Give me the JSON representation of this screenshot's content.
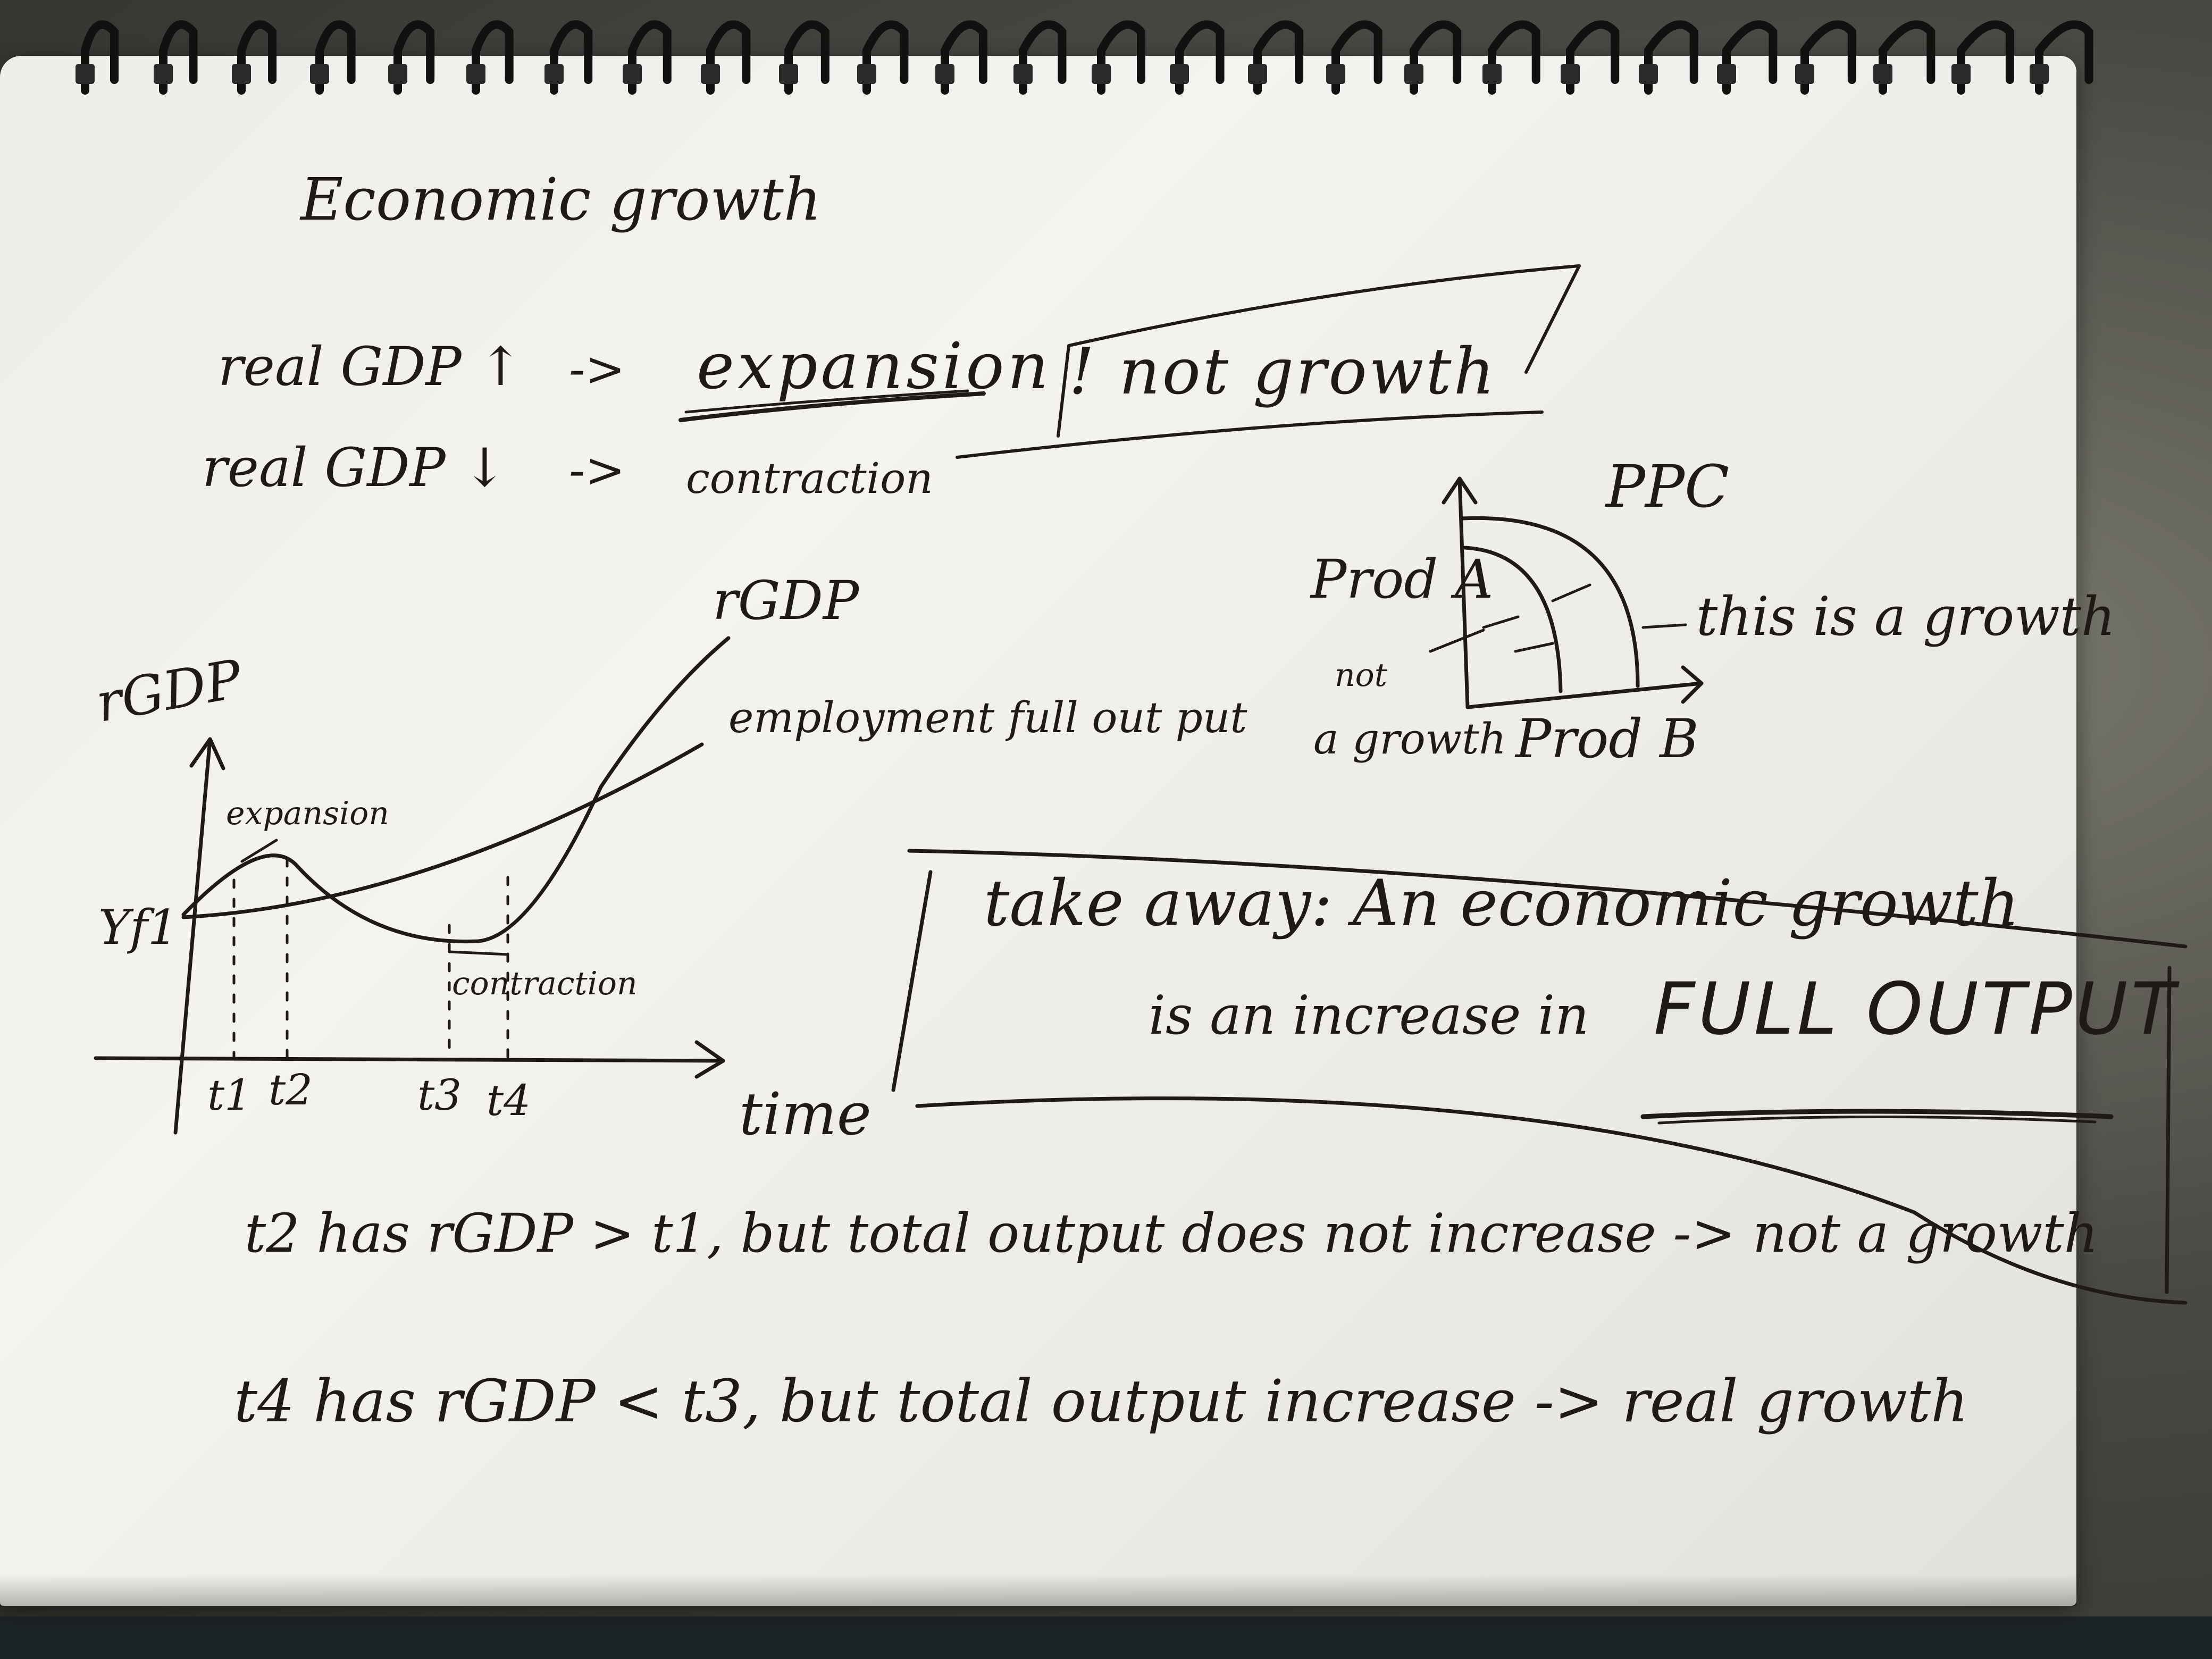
{
  "title": "Economic growth",
  "definitions": {
    "up_label": "real GDP ↑",
    "up_arrow": "->",
    "up_result": "expansion",
    "not_growth": "! not growth",
    "down_label": "real GDP ↓",
    "down_arrow": "->",
    "down_result": "contraction"
  },
  "ppc": {
    "title": "PPC",
    "y_label": "Prod A",
    "x_label": "Prod B",
    "growth_note": "this is a growth",
    "not_growth_note_line1": "not",
    "not_growth_note_line2": "a growth"
  },
  "graph": {
    "y_axis_label": "rGDP",
    "x_axis_label": "time",
    "curve_label": "rGDP",
    "full_output_label": "employment full out put",
    "yf_label": "Yf1",
    "expansion_label": "expansion",
    "contraction_label": "contraction",
    "ticks": [
      "t1",
      "t2",
      "t3",
      "t4"
    ]
  },
  "takeaway": {
    "line1": "take away: An economic growth",
    "line2": "is an increase in",
    "emphasis": "FULL OUTPUT"
  },
  "notes": {
    "line1": "t2 has rGDP > t1, but total output does not increase -> not a growth",
    "line2": "t4 has rGDP < t3, but total output increase -> real growth"
  }
}
